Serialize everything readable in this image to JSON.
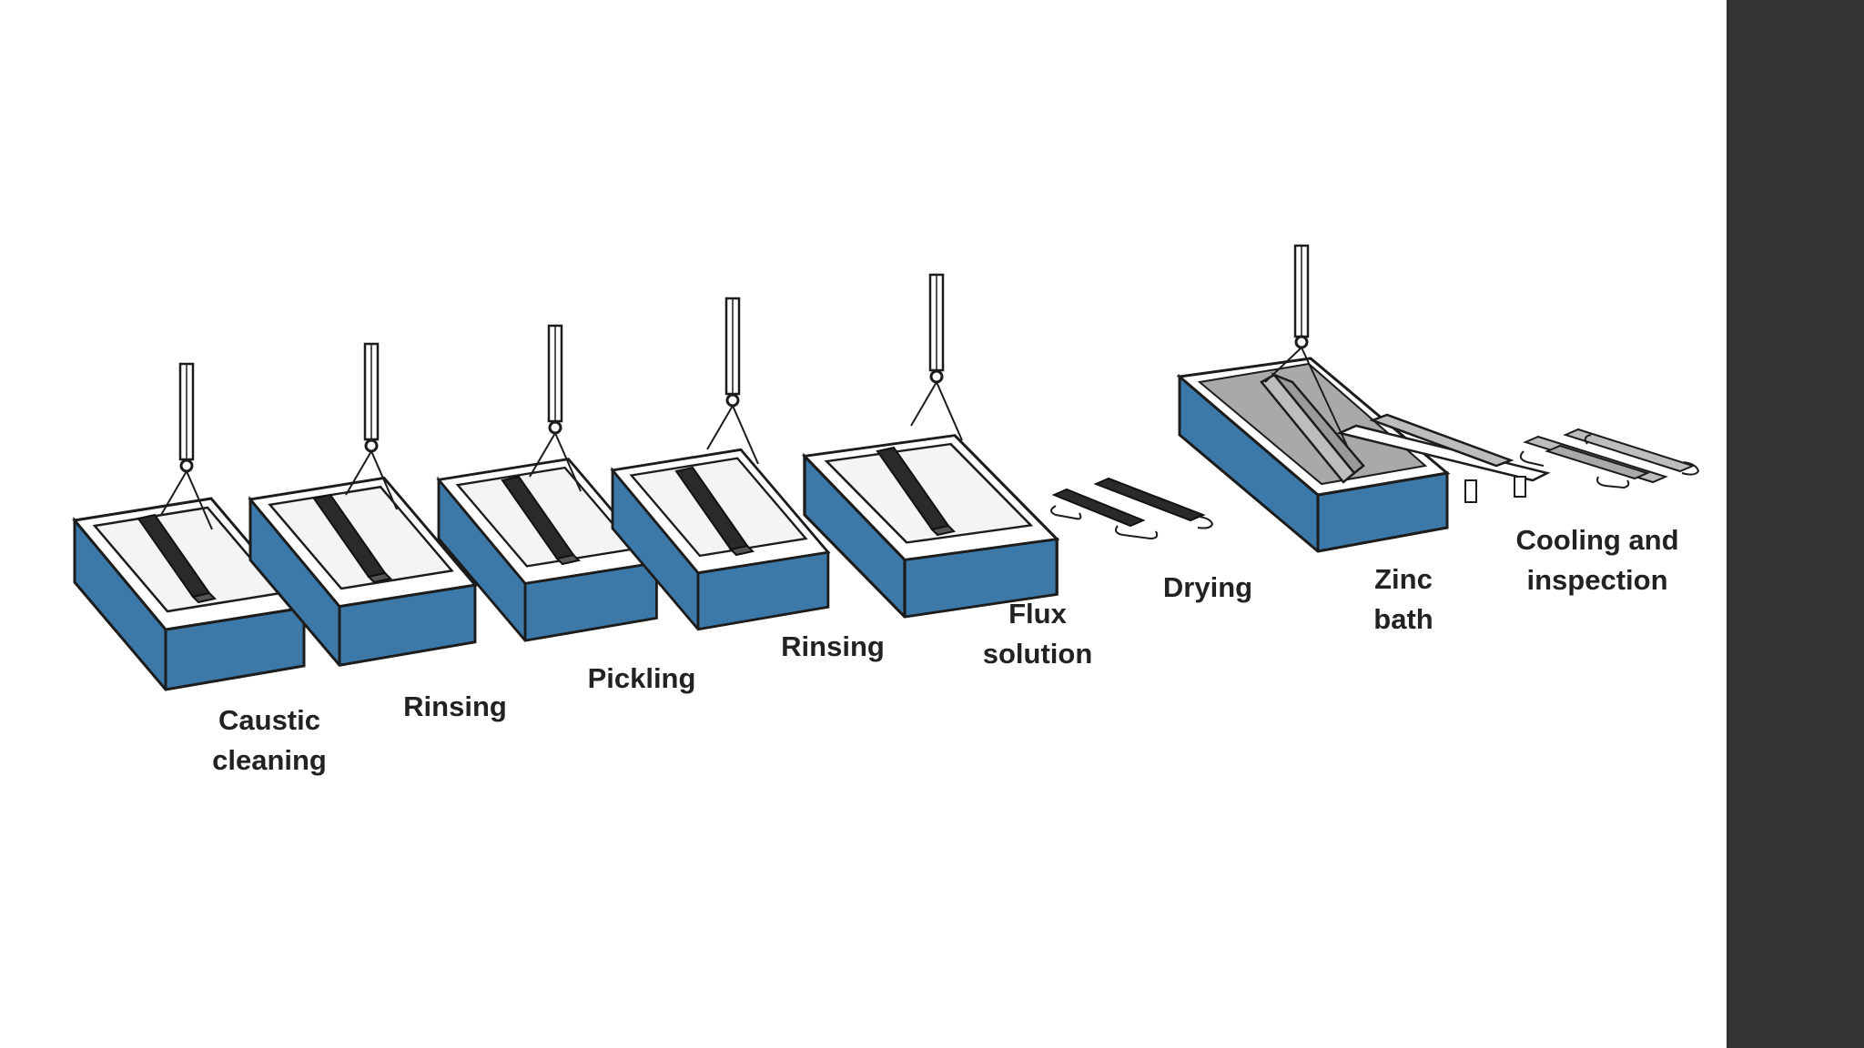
{
  "steps": [
    {
      "label": "Caustic\ncleaning"
    },
    {
      "label": "Rinsing"
    },
    {
      "label": "Pickling"
    },
    {
      "label": "Rinsing"
    },
    {
      "label": "Flux\nsolution"
    },
    {
      "label": "Drying"
    },
    {
      "label": "Zinc\nbath"
    },
    {
      "label": "Cooling and\ninspection"
    }
  ],
  "colors": {
    "tank_side": "#3d79a8",
    "tank_rim": "#ffffff",
    "outline": "#1c1c1c",
    "beam": "#2a2a2a",
    "zinc": "#a9a9a9",
    "sidebar": "#343434",
    "background": "#ffffff"
  },
  "icons": [
    "overhead-hoist-icon",
    "steel-beam-icon",
    "tank-icon",
    "drying-rack-icon",
    "cooling-rack-icon"
  ]
}
